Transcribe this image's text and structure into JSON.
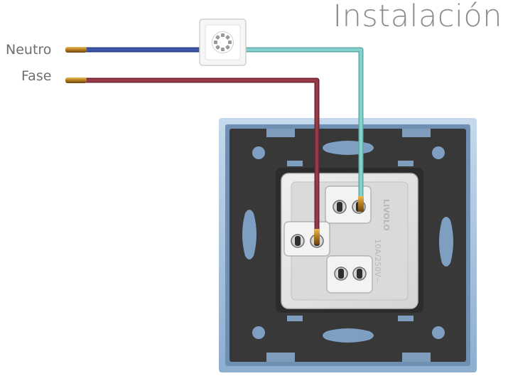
{
  "title": "Instalación",
  "labels": {
    "neutro": "Neutro",
    "fase": "Fase"
  },
  "device": {
    "brand_text": "LIVOLO",
    "rating_text": "10A/250V~"
  },
  "colors": {
    "neutral_wire": "#3b52a6",
    "phase_wire": "#8b3440",
    "load_wire": "#79c9c6",
    "frame_outer": "#a9c4de",
    "frame_inner": "#7e9cbc",
    "plate": "#3a3a3a",
    "module": "#e6e6e6",
    "copper": "#c48a2a"
  },
  "icons": [
    "fan-icon"
  ]
}
